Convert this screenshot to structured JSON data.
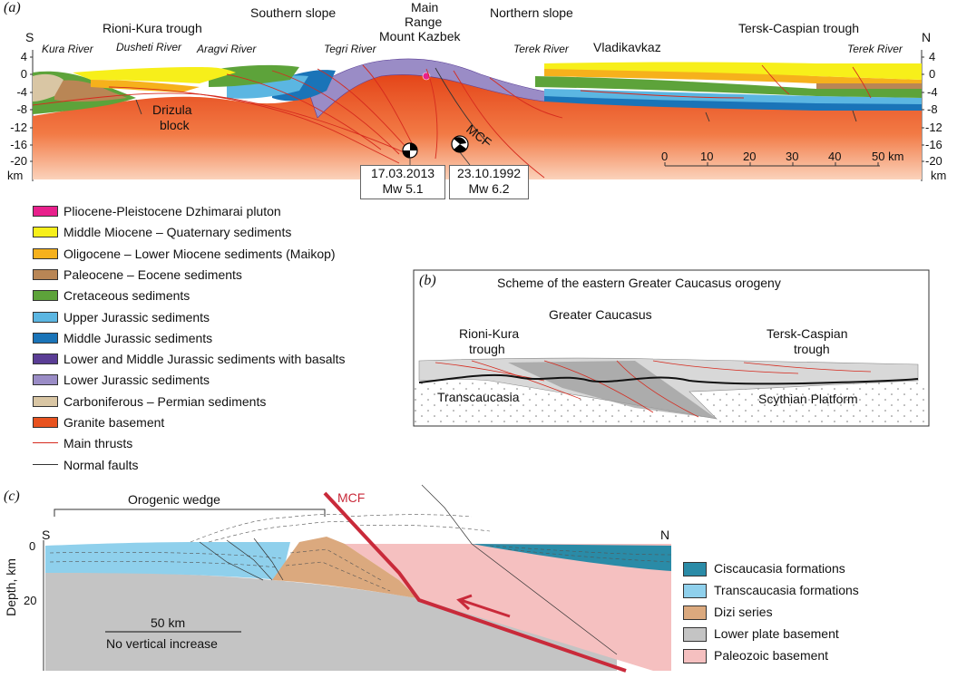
{
  "panel_a": {
    "label": "(a)",
    "compass_s": "S",
    "compass_n": "N",
    "top_labels": {
      "rioni_kura": "Rioni-Kura trough",
      "southern_slope": "Southern slope",
      "main_range_1": "Main",
      "main_range_2": "Range",
      "mount_kazbek": "Mount Kazbek",
      "northern_slope": "Northern slope",
      "tersk_caspian": "Tersk-Caspian trough",
      "vladikavkaz": "Vladikavkaz"
    },
    "rivers": {
      "kura": "Kura River",
      "dusheti": "Dusheti River",
      "aragvi": "Aragvi River",
      "tegri": "Tegri River",
      "terek1": "Terek River",
      "terek2": "Terek River"
    },
    "depth_ticks": [
      "4",
      "0",
      "-4",
      "-8",
      "-12",
      "-16",
      "-20"
    ],
    "depth_unit": "km",
    "block_1": "Drizula",
    "block_2": "block",
    "fault_label": "MCF",
    "event1_date": "17.03.2013",
    "event1_mag": "Mw 5.1",
    "event2_date": "23.10.1992",
    "event2_mag": "Mw 6.2",
    "scale_ticks": [
      "0",
      "10",
      "20",
      "30",
      "40",
      "50 km"
    ]
  },
  "legend_a": [
    {
      "label": "Pliocene-Pleistocene Dzhimarai pluton",
      "color": "#e8208c",
      "kind": "swatch"
    },
    {
      "label": "Middle Miocene – Quaternary sediments",
      "color": "#f7ef1a",
      "kind": "swatch"
    },
    {
      "label": "Oligocene – Lower Miocene sediments (Maikop)",
      "color": "#f6b11c",
      "kind": "swatch"
    },
    {
      "label": "Paleocene – Eocene sediments",
      "color": "#b98655",
      "kind": "swatch"
    },
    {
      "label": "Cretaceous sediments",
      "color": "#5da33a",
      "kind": "swatch"
    },
    {
      "label": "Upper Jurassic sediments",
      "color": "#5bb6e2",
      "kind": "swatch"
    },
    {
      "label": "Middle Jurassic sediments",
      "color": "#1a74b8",
      "kind": "swatch"
    },
    {
      "label": "Lower and Middle Jurassic sediments with basalts",
      "color": "#5a3d95",
      "kind": "swatch"
    },
    {
      "label": "Lower Jurassic sediments",
      "color": "#9a8cc6",
      "kind": "swatch"
    },
    {
      "label": "Carboniferous – Permian sediments",
      "color": "#d9c6a4",
      "kind": "swatch"
    },
    {
      "label": "Granite basement",
      "color": "#e8521f",
      "kind": "swatch"
    },
    {
      "label": "Main thrusts",
      "color": "#d62a1e",
      "kind": "line"
    },
    {
      "label": "Normal faults",
      "color": "#333333",
      "kind": "line"
    }
  ],
  "panel_b": {
    "label": "(b)",
    "title": "Scheme of the eastern Greater Caucasus orogeny",
    "greater_caucasus": "Greater Caucasus",
    "rioni_1": "Rioni-Kura",
    "rioni_2": "trough",
    "tersk_1": "Tersk-Caspian",
    "tersk_2": "trough",
    "transcaucasia": "Transcaucasia",
    "scythian": "Scythian Platform"
  },
  "panel_c": {
    "label": "(c)",
    "orogenic_wedge": "Orogenic wedge",
    "fault_label": "MCF",
    "compass_s": "S",
    "compass_n": "N",
    "depth_axis": "Depth, km",
    "depth_ticks": [
      "0",
      "20"
    ],
    "scale_label": "50 km",
    "scale_note": "No vertical increase"
  },
  "legend_c": [
    {
      "label": "Ciscaucasia formations",
      "color": "#2a8ba7"
    },
    {
      "label": "Transcaucasia formations",
      "color": "#8fd0ec"
    },
    {
      "label": "Dizi series",
      "color": "#dba97e"
    },
    {
      "label": "Lower plate basement",
      "color": "#c4c4c4"
    },
    {
      "label": "Paleozoic basement",
      "color": "#f5c0c0"
    }
  ]
}
